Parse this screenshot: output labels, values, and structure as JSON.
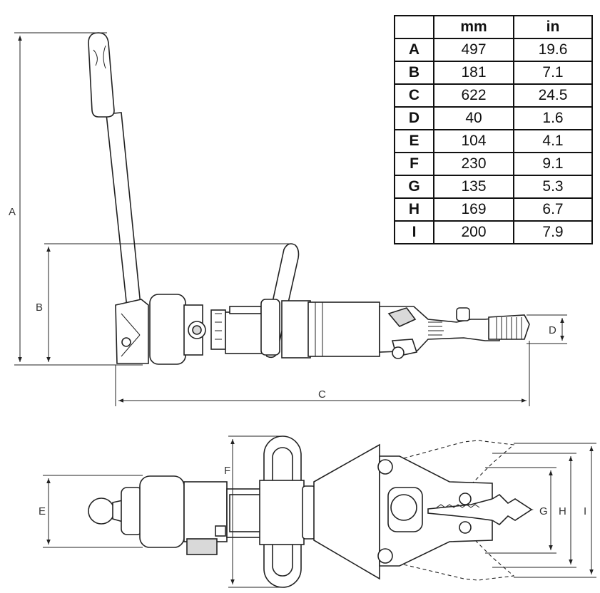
{
  "table": {
    "headers": [
      "",
      "mm",
      "in"
    ],
    "rows": [
      {
        "label": "A",
        "mm": "497",
        "in": "19.6"
      },
      {
        "label": "B",
        "mm": "181",
        "in": "7.1"
      },
      {
        "label": "C",
        "mm": "622",
        "in": "24.5"
      },
      {
        "label": "D",
        "mm": "40",
        "in": "1.6"
      },
      {
        "label": "E",
        "mm": "104",
        "in": "4.1"
      },
      {
        "label": "F",
        "mm": "230",
        "in": "9.1"
      },
      {
        "label": "G",
        "mm": "135",
        "in": "5.3"
      },
      {
        "label": "H",
        "mm": "169",
        "in": "6.7"
      },
      {
        "label": "I",
        "mm": "200",
        "in": "7.9"
      }
    ]
  },
  "dimensions": {
    "A": "A",
    "B": "B",
    "C": "C",
    "D": "D",
    "E": "E",
    "F": "F",
    "G": "G",
    "H": "H",
    "I": "I"
  },
  "colors": {
    "line": "#222222",
    "fill": "#ffffff",
    "shade": "#d9d9d9",
    "dark": "#9a9a9a"
  }
}
